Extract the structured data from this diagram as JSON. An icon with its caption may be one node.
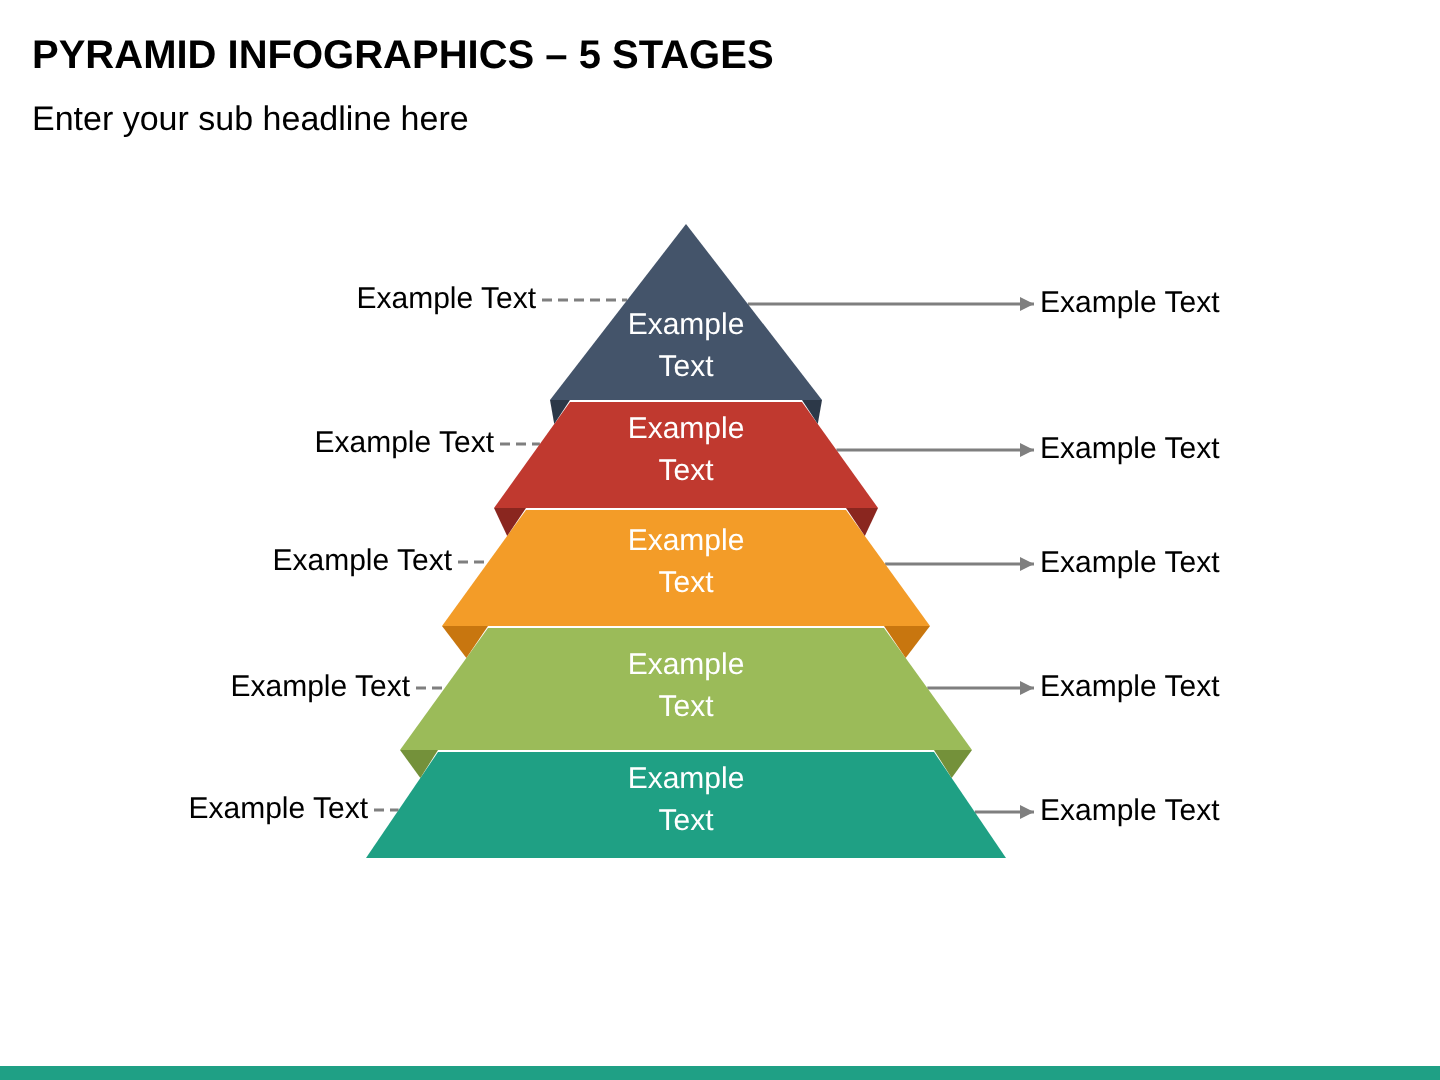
{
  "diagram": {
    "title": "PYRAMID INFOGRAPHICS – 5 STAGES",
    "nodes": [
      {
        "text": [
          "Example Text"
        ]
      },
      {
        "text": [
          "Example Text"
        ]
      },
      {
        "text": [
          "Example Text"
        ]
      },
      {
        "text": [
          "Example Text"
        ]
      },
      {
        "text": [
          "Example Text"
        ]
      },
      {
        "text": [
          "Example Text"
        ]
      },
      {
        "text": [
          "Example Text"
        ]
      },
      {
        "text": [
          "Example Text"
        ]
      },
      {
        "text": [
          "Example Text"
        ]
      },
      {
        "text": [
          "Example Text"
        ]
      },
      {
        "text": [
          "Example Text"
        ]
      },
      {
        "text": [
          "Example Text"
        ]
      },
      {
        "text": [
          "Example Text"
        ]
      },
      {
        "text": [
          "Example Text"
        ]
      },
      {
        "text": [
          "Example Text"
        ]
      }
    ],
    "edges": [
      {
        "from": 0,
        "to": 1,
        "arrow": "none",
        "style": "dashed"
      },
      {
        "from": 1,
        "to": 2,
        "arrow": "to"
      },
      {
        "from": 3,
        "to": 4,
        "arrow": "none",
        "style": "dashed"
      },
      {
        "from": 4,
        "to": 5,
        "arrow": "to"
      },
      {
        "from": 6,
        "to": 7,
        "arrow": "none",
        "style": "dashed"
      },
      {
        "from": 7,
        "to": 8,
        "arrow": "to"
      },
      {
        "from": 9,
        "to": 10,
        "arrow": "none",
        "style": "dashed"
      },
      {
        "from": 10,
        "to": 11,
        "arrow": "to"
      },
      {
        "from": 12,
        "to": 13,
        "arrow": "none",
        "style": "dashed"
      },
      {
        "from": 13,
        "to": 14,
        "arrow": "to"
      }
    ],
    "labels": [
      "Enter your sub headline here"
    ]
  }
}
